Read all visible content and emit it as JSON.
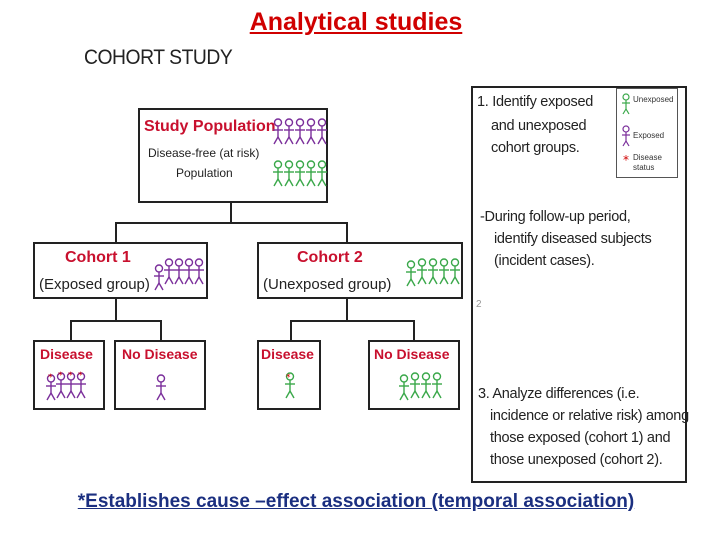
{
  "title": "Analytical studies",
  "subtitle": "COHORT STUDY",
  "study_population": {
    "heading": "Study Population",
    "line1": "Disease-free (at risk)",
    "line2": "Population"
  },
  "cohort1": {
    "heading": "Cohort 1",
    "sub": "(Exposed group)"
  },
  "cohort2": {
    "heading": "Cohort 2",
    "sub": "(Unexposed group)"
  },
  "outcomes": {
    "c1_disease": "Disease",
    "c1_no_disease": "No Disease",
    "c2_disease": "Disease",
    "c2_no_disease": "No Disease"
  },
  "steps": {
    "step1_line1": "1. Identify exposed",
    "step1_line2": "and unexposed",
    "step1_line3": "cohort groups.",
    "step2_line1": "-During follow-up period,",
    "step2_line2": "identify diseased subjects",
    "step2_line3": "(incident cases).",
    "step2_number": "2",
    "step3_line1": "3. Analyze differences (i.e.",
    "step3_line2": "incidence or relative risk) among",
    "step3_line3": "those exposed (cohort 1) and",
    "step3_line4": "those unexposed (cohort 2)."
  },
  "legend": {
    "unexposed": "Unexposed",
    "exposed": "Exposed",
    "disease_status_1": "Disease",
    "disease_status_2": "status"
  },
  "footer": "*Establishes cause –effect association (temporal association)",
  "colors": {
    "title": "#d00000",
    "heading_red": "#c8102e",
    "exposed_purple": "#7b2f9b",
    "unexposed_green": "#3aa84a",
    "footer_blue": "#1b2f80"
  }
}
